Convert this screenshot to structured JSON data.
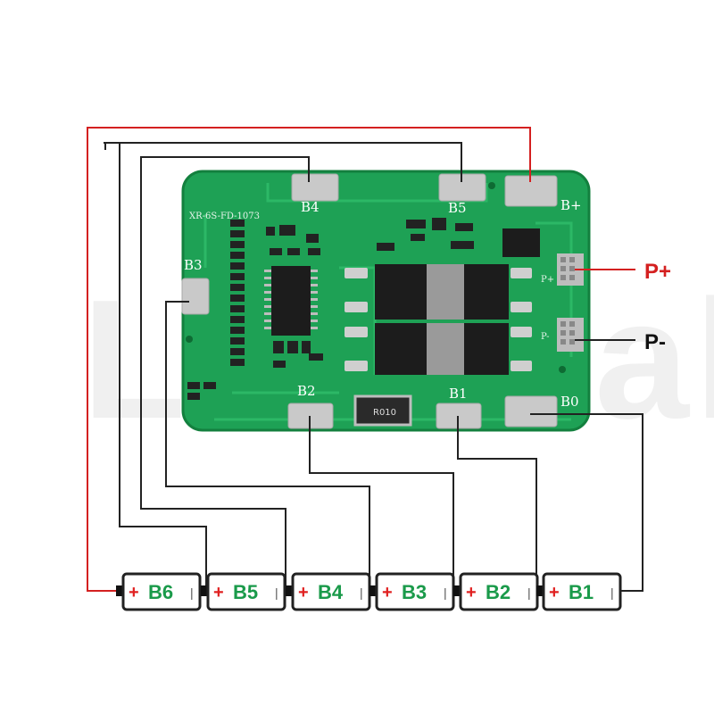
{
  "watermark": "LiitoKala",
  "board": {
    "model": "XR-6S-FD-1073",
    "chip_marking": "R010",
    "pads": {
      "b4": "B4",
      "b5": "B5",
      "bplus": "B+",
      "b3": "B3",
      "b2": "B2",
      "b1": "B1",
      "b0": "B0"
    },
    "silk_pplus": "P+",
    "silk_pminus": "P-"
  },
  "terminals": {
    "pplus": "P+",
    "pminus": "P-"
  },
  "cells": [
    {
      "name": "B6",
      "plus": "+",
      "minus": "|"
    },
    {
      "name": "B5",
      "plus": "+",
      "minus": "|"
    },
    {
      "name": "B4",
      "plus": "+",
      "minus": "|"
    },
    {
      "name": "B3",
      "plus": "+",
      "minus": "|"
    },
    {
      "name": "B2",
      "plus": "+",
      "minus": "|"
    },
    {
      "name": "B1",
      "plus": "+",
      "minus": "|"
    }
  ],
  "colors": {
    "pcb": "#1ea155",
    "pcb_dark": "#178a47",
    "pad": "#c9c9c9",
    "wire_red": "#d42020",
    "wire_black": "#222222",
    "cell_border": "#222222",
    "cell_label": "#1a9a4a"
  }
}
